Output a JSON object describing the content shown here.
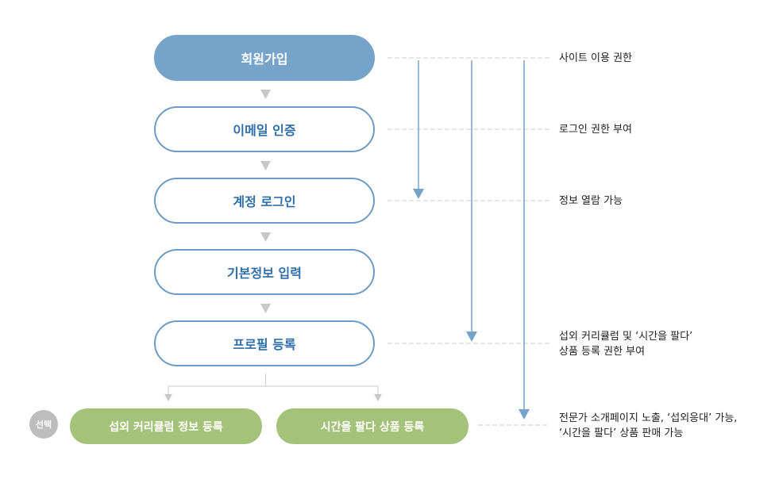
{
  "steps": [
    {
      "label": "회원가입",
      "style": "primary"
    },
    {
      "label": "이메일 인증",
      "style": "outline"
    },
    {
      "label": "계정 로그인",
      "style": "outline"
    },
    {
      "label": "기본정보 입력",
      "style": "outline"
    },
    {
      "label": "프로필 등록",
      "style": "outline"
    }
  ],
  "optional": {
    "badge": "선택",
    "items": [
      "섭외 커리큘럼 정보 등록",
      "시간을 팔다 상품 등록"
    ]
  },
  "permissions": [
    {
      "lines": [
        "사이트 이용 권한"
      ]
    },
    {
      "lines": [
        "로그인 권한 부여"
      ]
    },
    {
      "lines": [
        "정보 열람 가능"
      ]
    },
    {
      "lines": [
        "섭외 커리큘럼 및 ‘시간을 팔다’",
        "상품 등록 권한 부여"
      ]
    },
    {
      "lines": [
        "전문가 소개페이지 노출, ‘섭외응대’ 가능,",
        "‘시간을 팔다’ 상품 판매 가능"
      ]
    }
  ],
  "colors": {
    "primary": "#76a3c9",
    "outline": "#6e9bc4",
    "text_blue": "#2f6ea8",
    "green": "#a5c27a",
    "badge": "#bdbdbd",
    "arrow_gray": "#c8c8c8",
    "dashed": "#dddddd"
  }
}
